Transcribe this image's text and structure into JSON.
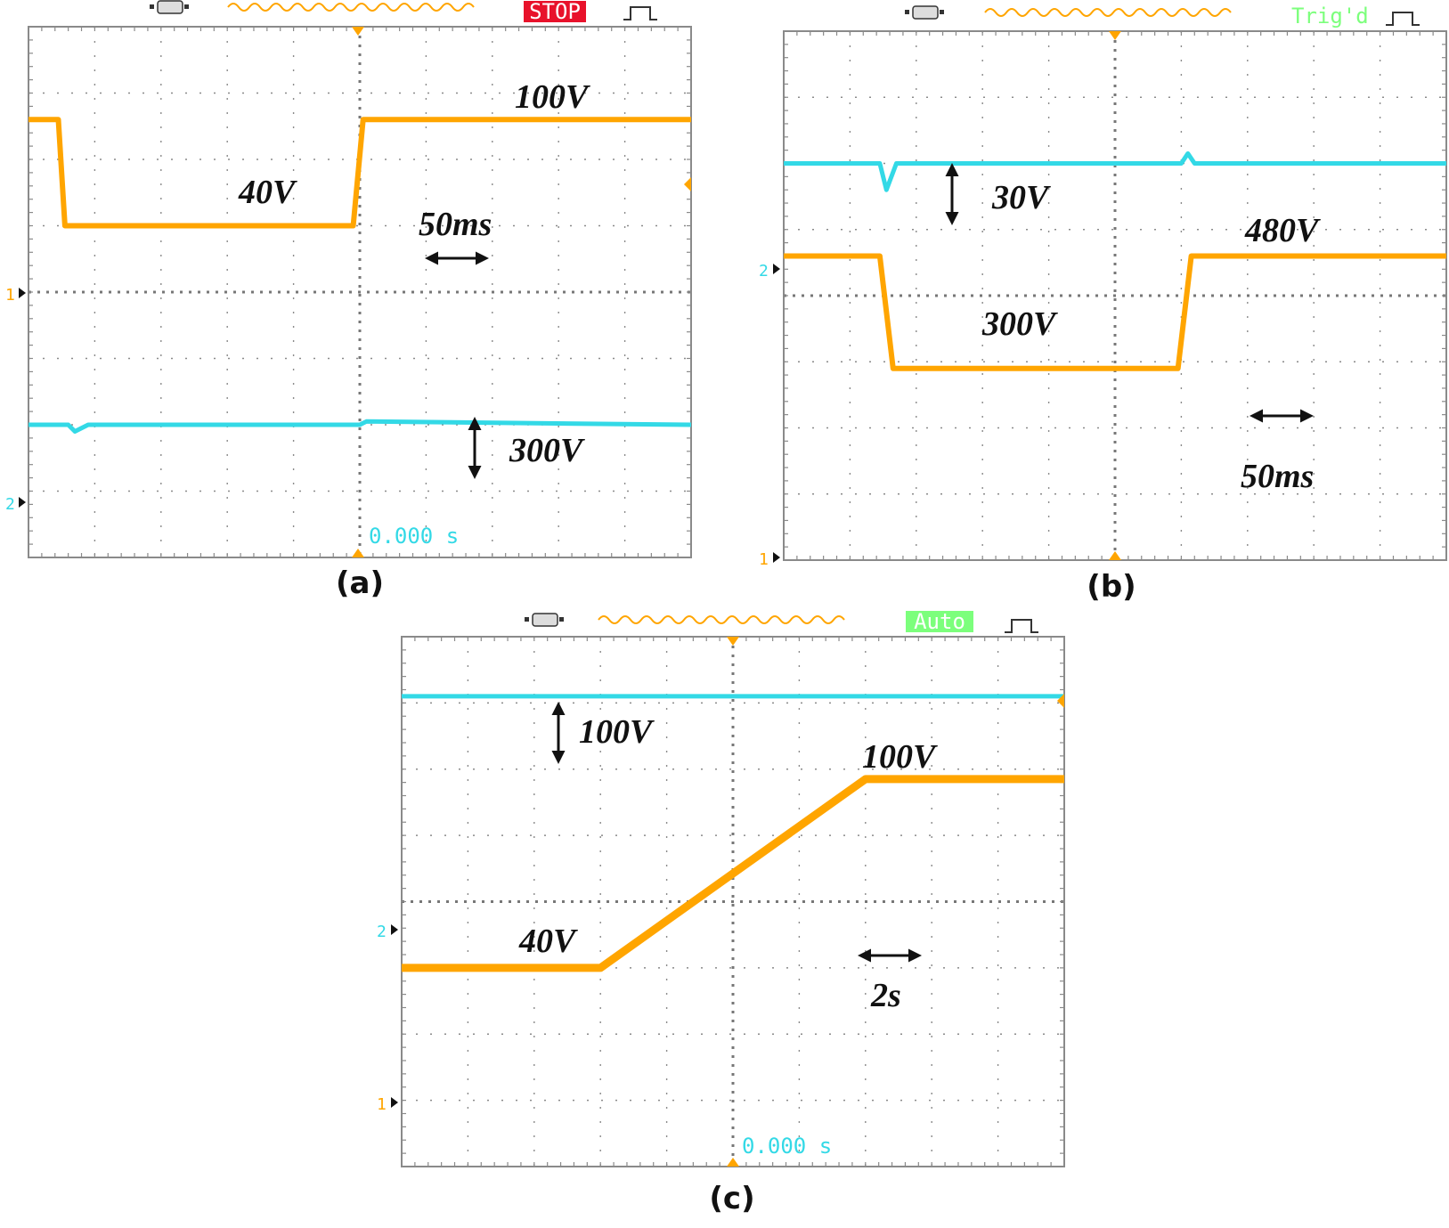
{
  "colors": {
    "ch1": "#FFA500",
    "ch2": "#33D9E6",
    "grid": "#8a8a8a",
    "stop_bg": "#E8122B",
    "stop_fg": "#FFFFFF",
    "trig_fg": "#7CFF7C",
    "auto_bg": "#7CFF7C",
    "auto_fg": "#FFFFFF",
    "time_fg": "#33D9E6",
    "arrow": "#111111"
  },
  "icons": [
    "connector-icon",
    "sine-wave-icon",
    "trigger-pulse-icon",
    "trigger-position-marker-icon",
    "channel-marker-icon"
  ],
  "panels": [
    {
      "id": "a",
      "caption": "(a)",
      "status": "STOP",
      "time_readout": "0.000 s",
      "ch1_marker": "1",
      "ch2_marker": "2",
      "annotations": [
        "40V",
        "100V",
        "50ms",
        "300V"
      ]
    },
    {
      "id": "b",
      "caption": "(b)",
      "status": "Trig'd",
      "ch1_marker": "1",
      "ch2_marker": "2",
      "annotations": [
        "30V",
        "480V",
        "300V",
        "50ms"
      ]
    },
    {
      "id": "c",
      "caption": "(c)",
      "status": "Auto",
      "time_readout": "0.000 s",
      "ch1_marker": "1",
      "ch2_marker": "2",
      "annotations": [
        "100V",
        "100V",
        "40V",
        "2s"
      ]
    }
  ],
  "chart_data": [
    {
      "type": "line",
      "panel": "a",
      "grid": true,
      "grid_divisions": [
        10,
        8
      ],
      "x_unit": "div",
      "y_unit": "div",
      "xlim": [
        0,
        10
      ],
      "ylim": [
        0,
        8
      ],
      "series": [
        {
          "channel": 1,
          "color": "ch1",
          "x": [
            0,
            0.45,
            0.55,
            4.9,
            5.05,
            10
          ],
          "y": [
            6.6,
            6.6,
            5.0,
            5.0,
            6.6,
            6.6
          ]
        },
        {
          "channel": 2,
          "color": "ch2",
          "x": [
            0,
            0.6,
            0.7,
            0.9,
            5.0,
            5.1,
            10
          ],
          "y": [
            2.0,
            2.0,
            1.9,
            2.0,
            2.0,
            2.05,
            2.0
          ]
        }
      ]
    },
    {
      "type": "line",
      "panel": "b",
      "grid": true,
      "grid_divisions": [
        10,
        8
      ],
      "x_unit": "div",
      "y_unit": "div",
      "xlim": [
        0,
        10
      ],
      "ylim": [
        0,
        8
      ],
      "series": [
        {
          "channel": 1,
          "color": "ch1",
          "x": [
            0,
            1.45,
            1.65,
            5.95,
            6.15,
            10
          ],
          "y": [
            4.6,
            4.6,
            2.9,
            2.9,
            4.6,
            4.6
          ]
        },
        {
          "channel": 2,
          "color": "ch2",
          "x": [
            0,
            1.45,
            1.55,
            1.7,
            6.0,
            6.1,
            6.2,
            10
          ],
          "y": [
            6.0,
            6.0,
            5.6,
            6.0,
            6.0,
            6.15,
            6.0,
            6.0
          ]
        }
      ]
    },
    {
      "type": "line",
      "panel": "c",
      "grid": true,
      "grid_divisions": [
        10,
        8
      ],
      "x_unit": "div",
      "y_unit": "div",
      "xlim": [
        0,
        10
      ],
      "ylim": [
        0,
        8
      ],
      "series": [
        {
          "channel": 1,
          "color": "ch1",
          "x": [
            0,
            3.0,
            7.0,
            10
          ],
          "y": [
            3.0,
            3.0,
            5.85,
            5.85
          ]
        },
        {
          "channel": 2,
          "color": "ch2",
          "x": [
            0,
            10
          ],
          "y": [
            7.1,
            7.1
          ]
        }
      ]
    }
  ]
}
